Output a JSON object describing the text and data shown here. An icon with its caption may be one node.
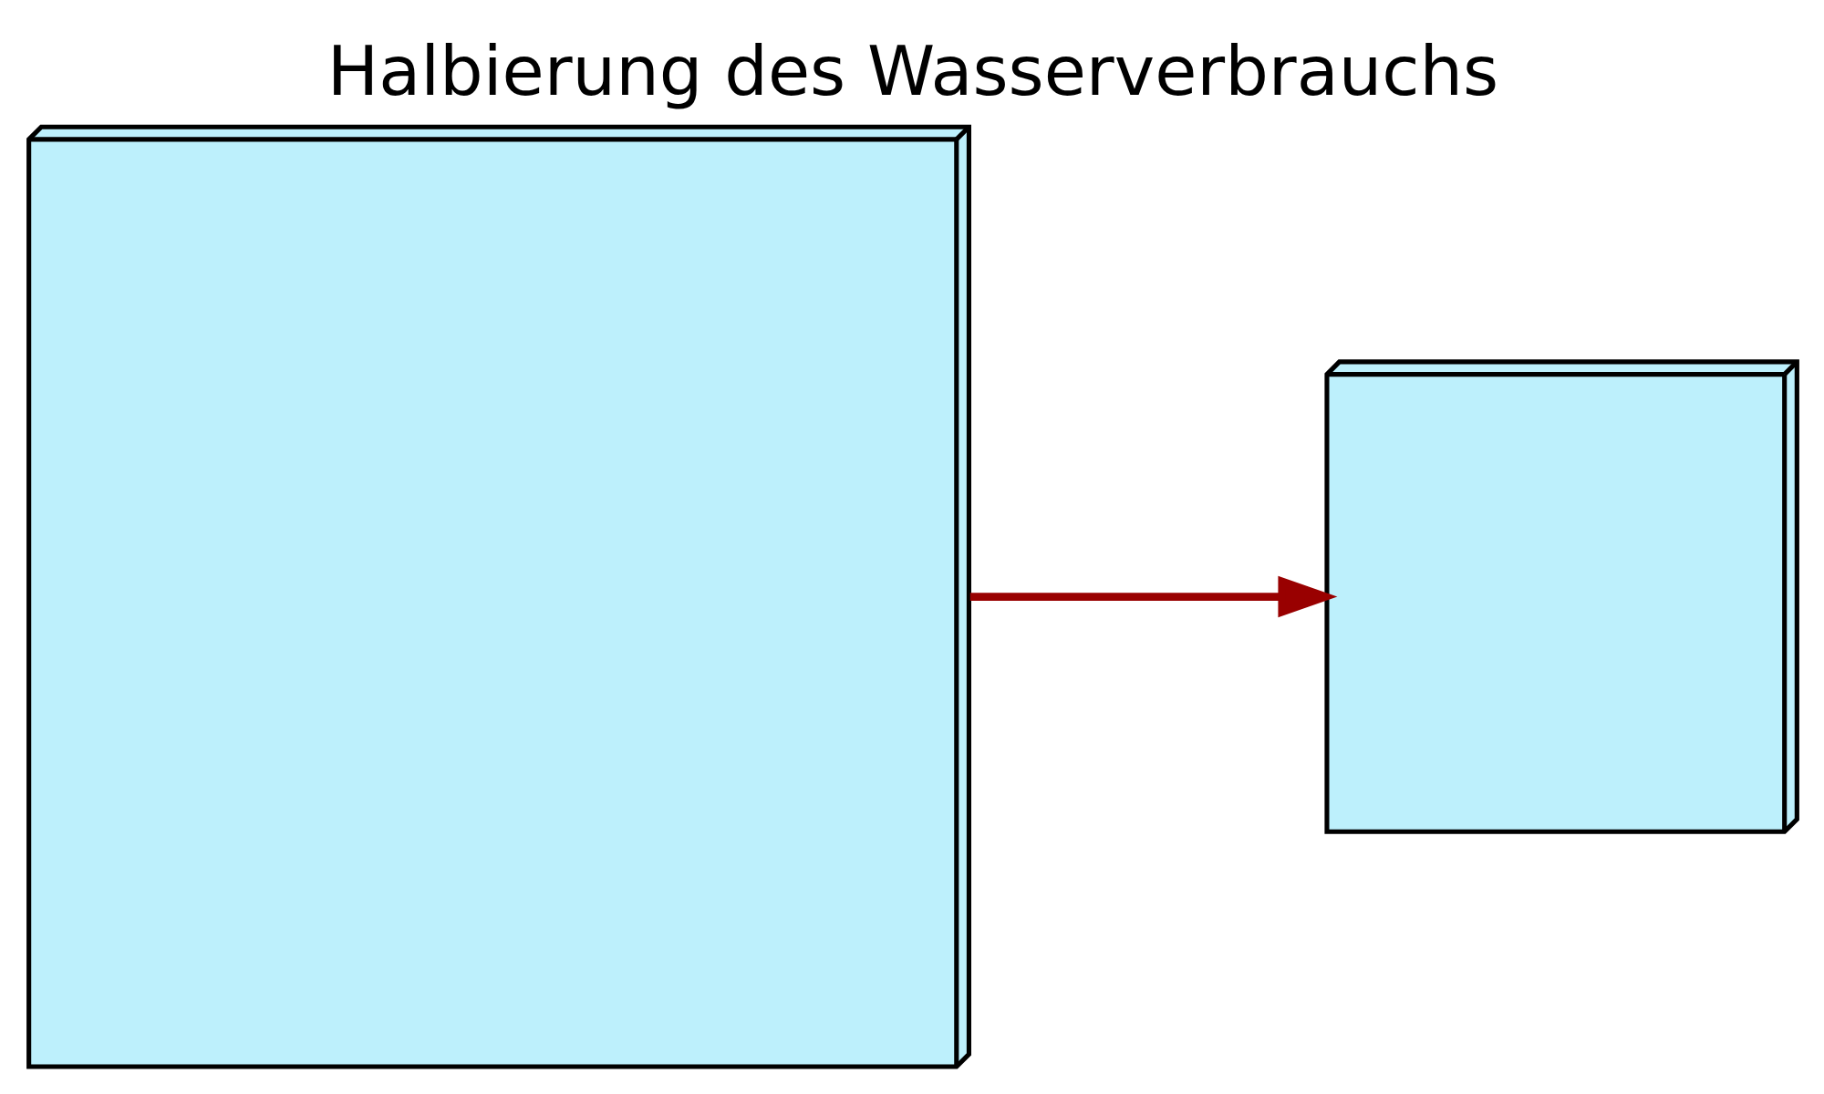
{
  "diagram": {
    "title": "Halbierung des Wasserverbrauchs",
    "nodes": [
      {
        "text": [],
        "shape": "cube"
      },
      {
        "text": [],
        "shape": "cube"
      }
    ],
    "edges": [
      {
        "from": 0,
        "to": 1,
        "arrow": "to",
        "color": "#990000"
      }
    ]
  }
}
